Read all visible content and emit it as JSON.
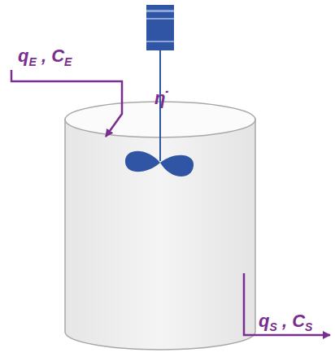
{
  "diagram": {
    "labels": [
      "qE , CE",
      "η̇",
      "qS , CS"
    ]
  }
}
